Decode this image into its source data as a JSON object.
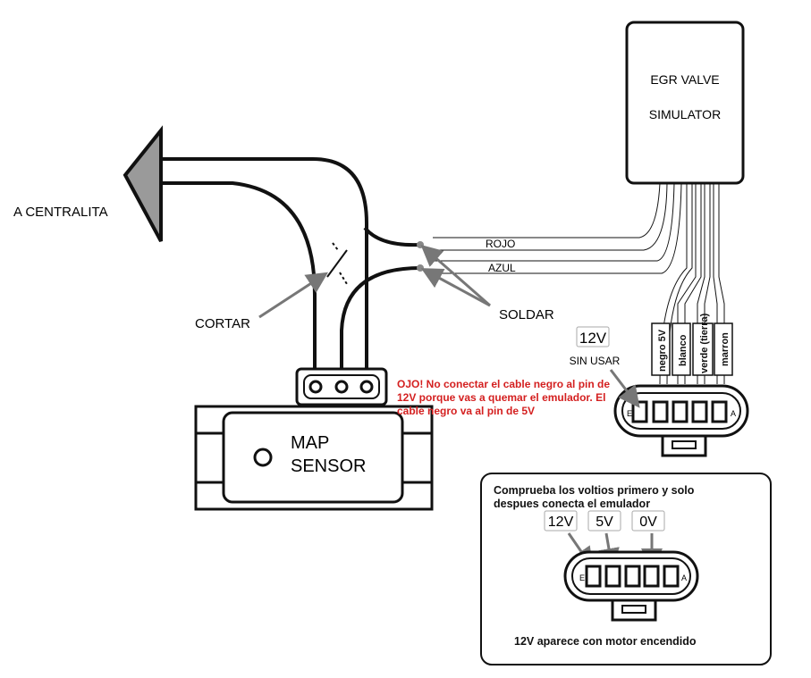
{
  "labels": {
    "centralita": "A CENTRALITA",
    "cortar": "CORTAR",
    "soldar": "SOLDAR",
    "rojo": "ROJO",
    "azul": "AZUL",
    "egr_line1": "EGR VALVE",
    "egr_line2": "SIMULATOR",
    "map_line1": "MAP",
    "map_line2": "SENSOR",
    "pin_12v": "12V",
    "sin_usar": "SIN USAR",
    "wires": [
      "negro 5V",
      "blanco",
      "verde (tierra)",
      "marron"
    ],
    "conn_e": "E",
    "conn_a": "A"
  },
  "warning": "OJO! No conectar el cable negro al pin de 12V porque vas a quemar el emulador. El cable negro va al pin de 5V",
  "check_box": {
    "title": "Comprueba los voltios primero y solo despues conecta el emulador",
    "voltages": [
      "12V",
      "5V",
      "0V"
    ],
    "footer": "12V aparece con motor encendido"
  },
  "colors": {
    "warning": "#d42020",
    "arrow_fill": "#999999",
    "pointer": "#777777"
  }
}
